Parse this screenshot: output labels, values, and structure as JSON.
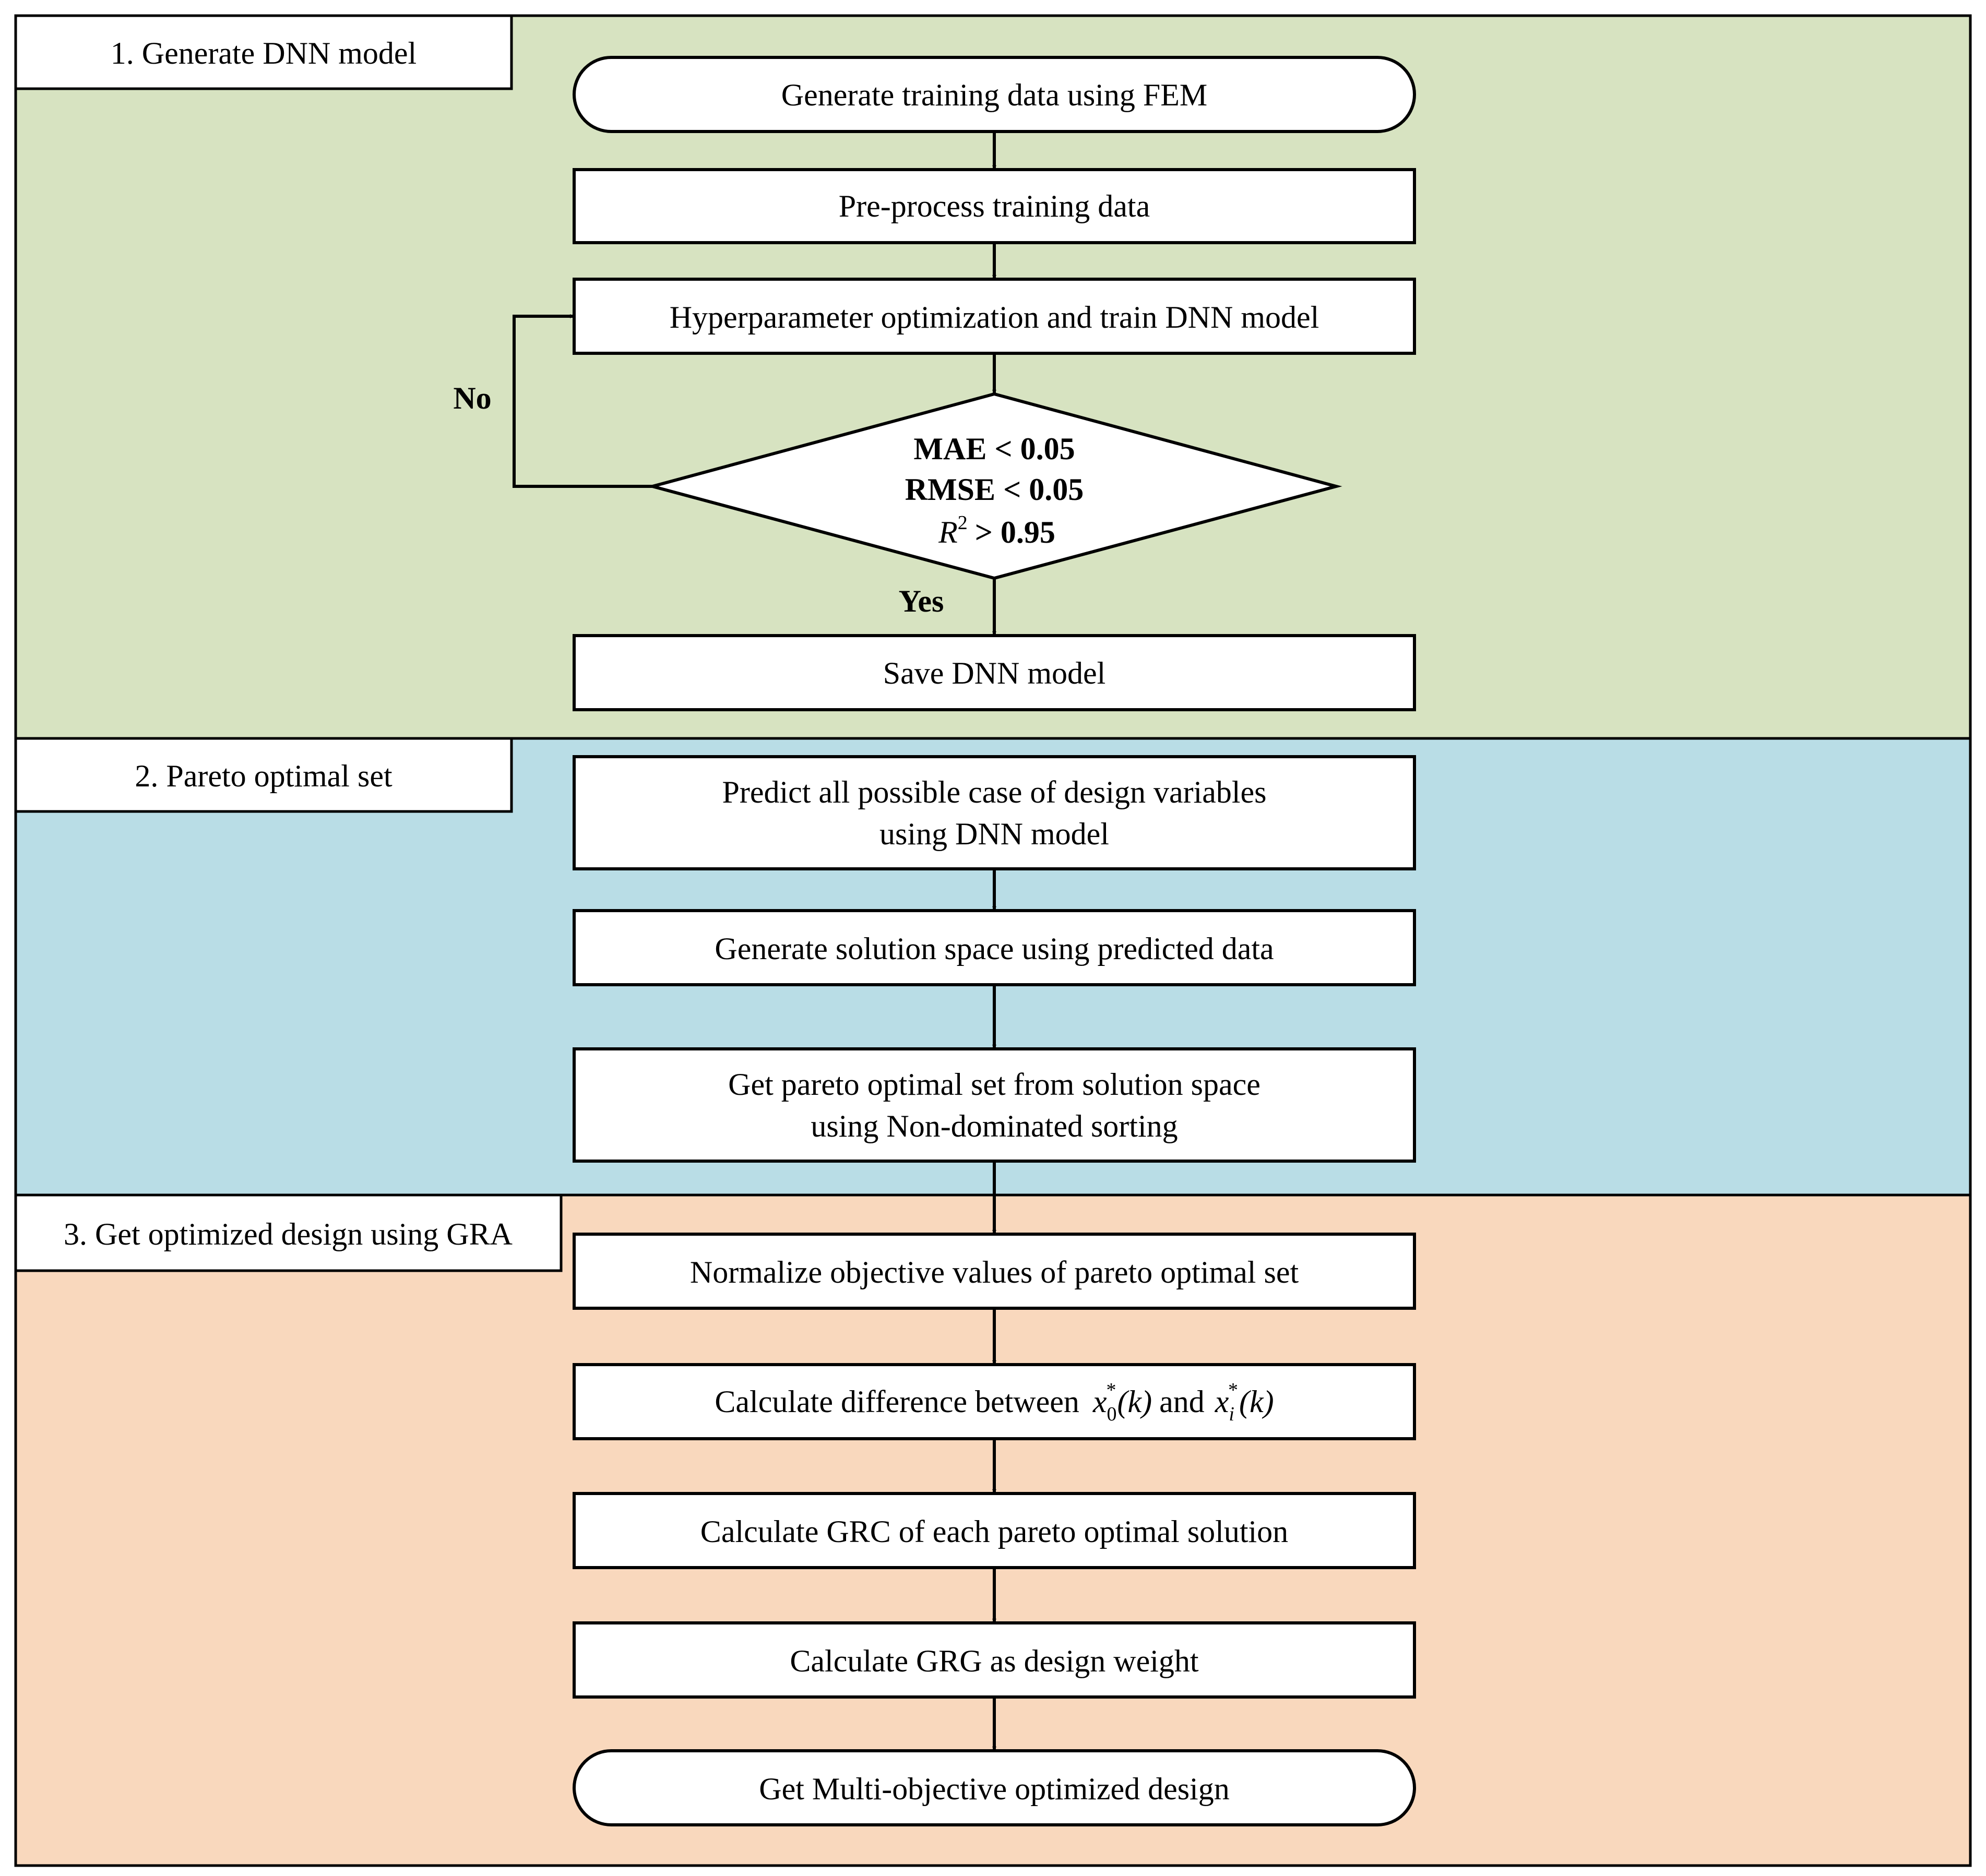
{
  "colors": {
    "section1_bg": "#d7e3c1",
    "section2_bg": "#b9dde6",
    "section3_bg": "#f9d8bd",
    "box_fill": "#ffffff",
    "stroke": "#000000"
  },
  "sections": {
    "s1_title": "1. Generate DNN model",
    "s2_title": "2. Pareto optimal set",
    "s3_title": "3. Get optimized design using GRA"
  },
  "steps": {
    "gen_training": "Generate training data using FEM",
    "preprocess": "Pre-process training data",
    "hyperparam": "Hyperparameter optimization and train DNN model",
    "save_model": "Save DNN model",
    "predict_line1": "Predict all possible case of design variables",
    "predict_line2": "using DNN model",
    "gen_solution": "Generate solution space using predicted data",
    "get_pareto_line1": "Get pareto optimal set from solution space",
    "get_pareto_line2": "using Non-dominated sorting",
    "normalize": "Normalize objective values of pareto optimal set",
    "calc_diff_prefix": "Calculate difference between",
    "calc_diff_and": "and",
    "calc_grc": "Calculate GRC of each pareto optimal solution",
    "calc_grg": "Calculate GRG as design weight",
    "get_design": "Get Multi-objective optimized design"
  },
  "decision": {
    "line1": "MAE < 0.05",
    "line2": "RMSE < 0.05",
    "r2_var": "R",
    "r2_sup": "2",
    "r2_cond": "> 0.95",
    "no_label": "No",
    "yes_label": "Yes"
  },
  "math": {
    "x0_base": "x",
    "x0_sub": "0",
    "xi_base": "x",
    "xi_sub": "i",
    "star": "*",
    "k_arg": "(k)"
  }
}
